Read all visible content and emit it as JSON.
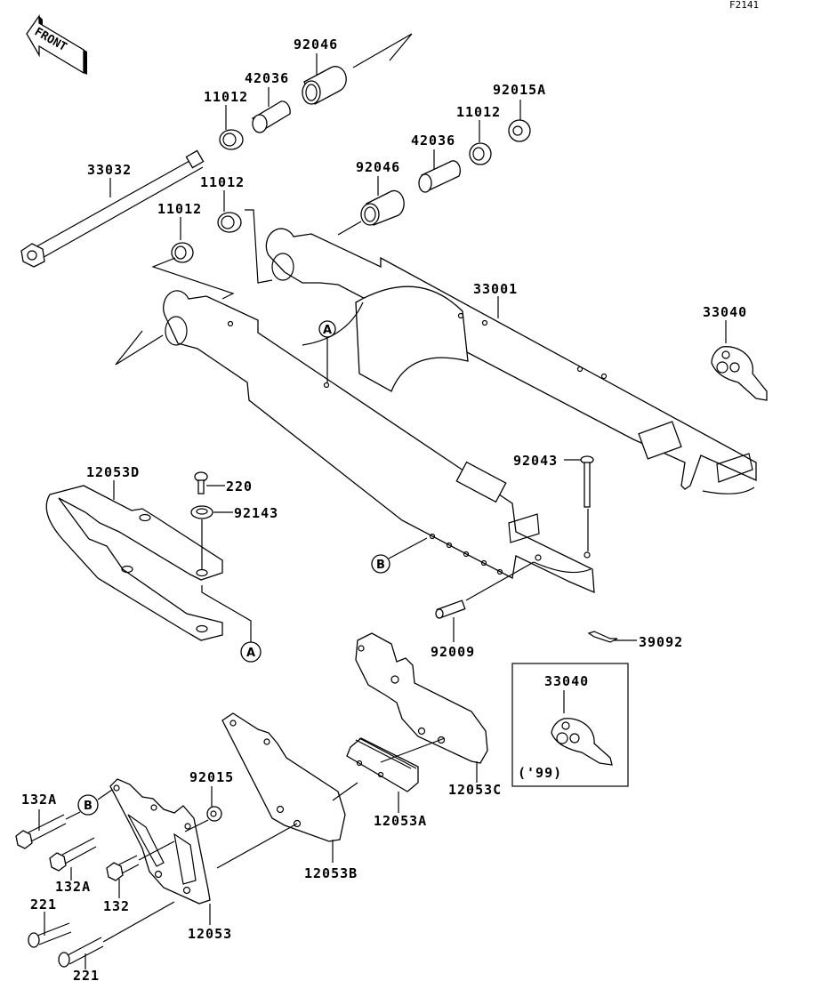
{
  "diagram": {
    "figure_ref": "F2141",
    "direction_label": "FRONT",
    "inset_note": "('99)",
    "callouts": {
      "A": "A",
      "B": "B"
    },
    "parts": {
      "p92046_top": "92046",
      "p42036_top": "42036",
      "p11012_top": "11012",
      "p33032": "33032",
      "p11012_mid": "11012",
      "p11012_low": "11012",
      "p92046_right": "92046",
      "p42036_right": "42036",
      "p11012_right": "11012",
      "p92015A": "92015A",
      "p33001": "33001",
      "p33040": "33040",
      "p12053D": "12053D",
      "p220": "220",
      "p92143": "92143",
      "p92043": "92043",
      "p92009": "92009",
      "p39092": "39092",
      "p33040_inset": "33040",
      "p12053C": "12053C",
      "p12053A": "12053A",
      "p12053B": "12053B",
      "p92015": "92015",
      "p132A_1": "132A",
      "p132A_2": "132A",
      "p132": "132",
      "p221_1": "221",
      "p221_2": "221",
      "p12053": "12053"
    }
  }
}
